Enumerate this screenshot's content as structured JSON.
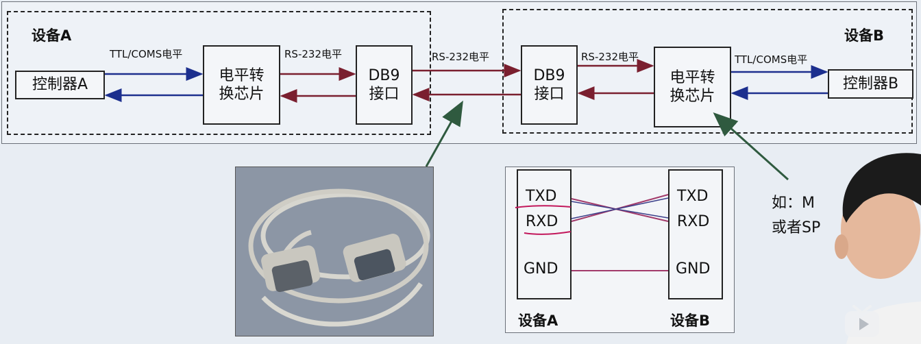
{
  "device_a": {
    "title": "设备A",
    "controller": "控制器A",
    "chip": [
      "电平转",
      "换芯片"
    ],
    "db9": [
      "DB9",
      "接口"
    ]
  },
  "device_b": {
    "title": "设备B",
    "controller": "控制器B",
    "chip": [
      "电平转",
      "换芯片"
    ],
    "db9": [
      "DB9",
      "接口"
    ]
  },
  "links": {
    "ttl_a": "TTL/COMS电平",
    "rs232_a": "RS-232电平",
    "rs232_mid": "RS-232电平",
    "rs232_b": "RS-232电平",
    "ttl_b": "TTL/COMS电平"
  },
  "pinout": {
    "left_title": "设备A",
    "right_title": "设备B",
    "left_pins": [
      "TXD",
      "RXD",
      "GND"
    ],
    "right_pins": [
      "TXD",
      "RXD",
      "GND"
    ]
  },
  "note": {
    "line1": "如：M",
    "line2": "或者SP"
  },
  "colors": {
    "ttl_arrow": "#1c2f8e",
    "rs232_arrow": "#7a1f2f",
    "pointer": "#2f5a3f",
    "underline": "#c2175b"
  }
}
